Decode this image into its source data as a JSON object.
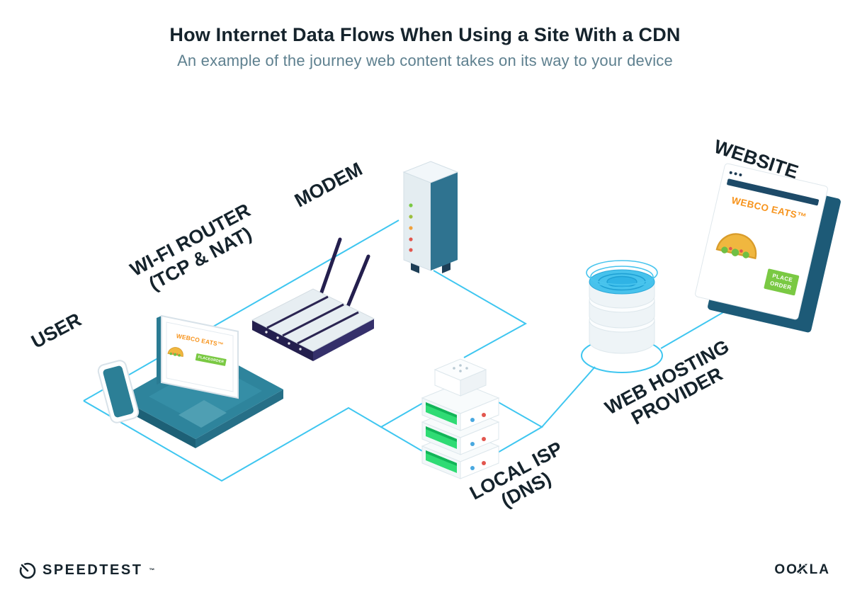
{
  "header": {
    "title": "How Internet Data Flows When Using a Site With a CDN",
    "subtitle": "An example of the journey web content takes on its way to your device"
  },
  "diagram": {
    "labels": {
      "user": "USER",
      "router_line1": "WI-FI ROUTER",
      "router_line2": "(TCP & NAT)",
      "modem": "MODEM",
      "isp_line1": "LOCAL ISP",
      "isp_line2": "(DNS)",
      "hosting_line1": "WEB HOSTING",
      "hosting_line2": "PROVIDER",
      "website": "WEBSITE"
    },
    "webco": {
      "brand": "WEBCO EATS™",
      "cta_line1": "PLACE",
      "cta_line2": "ORDER",
      "taco_icon": "🌮"
    }
  },
  "footer": {
    "speedtest_label": "SPEEDTEST",
    "speedtest_mark": "™",
    "ookla_label": "OOKLA"
  },
  "colors": {
    "line_cyan": "#3ec6f0",
    "brand_orange": "#f7941d",
    "cta_green": "#7ac943",
    "ink": "#15232c",
    "teal": "#2c7f96",
    "router_dark": "#272152",
    "server_green": "#2fdb74",
    "db_blue": "#47c2ec",
    "browser_side": "#1d5a77"
  }
}
